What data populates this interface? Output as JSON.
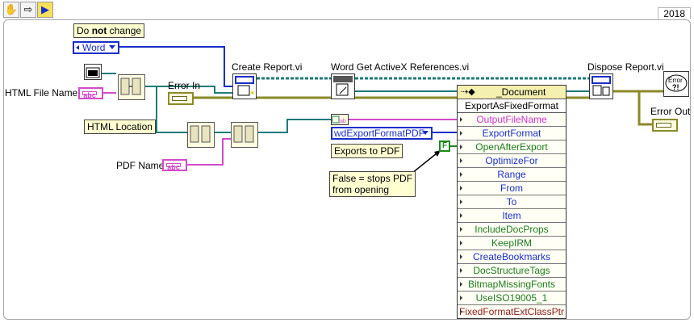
{
  "toolbar": {
    "run_label": "✋",
    "step_label": "⇨",
    "probe_label": "▶"
  },
  "year": "2018",
  "notes": {
    "do_not_change_prefix": "Do ",
    "do_not_change_bold": "not",
    "do_not_change_suffix": " change",
    "html_location": "HTML Location",
    "exports_to_pdf": "Exports to PDF",
    "false_note_line1": "False = stops PDF",
    "false_note_line2": "from opening"
  },
  "controls": {
    "report_type": "Word",
    "html_file_name": "HTML File Name",
    "pdf_name": "PDF Name",
    "error_in": "Error In",
    "error_out": "Error Out",
    "string_glyph": "abc",
    "export_format": "wdExportFormatPDF",
    "open_after_export": "F"
  },
  "vis": {
    "create_report": "Create Report.vi",
    "word_get_activex": "Word Get ActiveX References.vi",
    "dispose_report": "Dispose Report.vi",
    "error_dialog": "Error"
  },
  "invoke_node": {
    "class": "_Document",
    "method": "ExportAsFixedFormat",
    "params": [
      {
        "label": "OutputFileName",
        "color": "pink"
      },
      {
        "label": "ExportFormat",
        "color": "blue"
      },
      {
        "label": "OpenAfterExport",
        "color": "green"
      },
      {
        "label": "OptimizeFor",
        "color": "blue"
      },
      {
        "label": "Range",
        "color": "blue"
      },
      {
        "label": "From",
        "color": "blue"
      },
      {
        "label": "To",
        "color": "blue"
      },
      {
        "label": "Item",
        "color": "blue"
      },
      {
        "label": "IncludeDocProps",
        "color": "green"
      },
      {
        "label": "KeepIRM",
        "color": "green"
      },
      {
        "label": "CreateBookmarks",
        "color": "blue"
      },
      {
        "label": "DocStructureTags",
        "color": "green"
      },
      {
        "label": "BitmapMissingFonts",
        "color": "green"
      },
      {
        "label": "UseISO19005_1",
        "color": "green"
      },
      {
        "label": "FixedFormatExtClassPtr",
        "color": "brown"
      }
    ]
  },
  "colors": {
    "string_wire": "#d24bc8",
    "enum_wire": "#1a2ec8",
    "error_wire": "#8a8a2a",
    "refnum_wire": "#1f7a7a",
    "bool_wire": "#1c8a1c"
  }
}
